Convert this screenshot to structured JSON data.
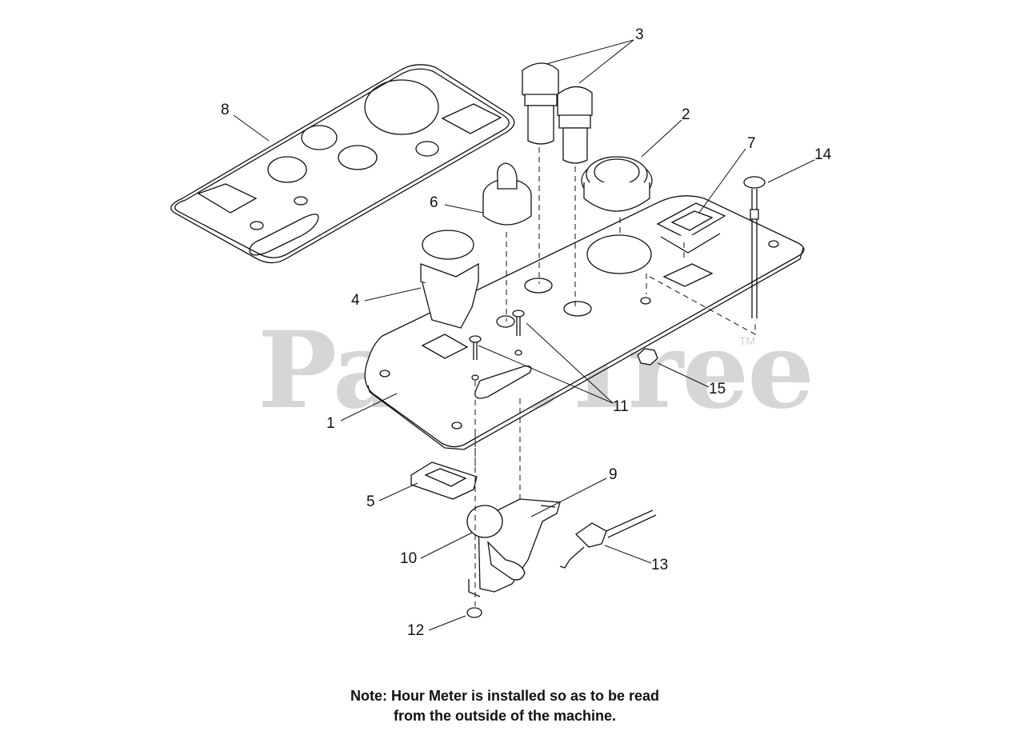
{
  "watermark": {
    "text": "PartsTree",
    "tm": "TM"
  },
  "callouts": [
    "1",
    "2",
    "3",
    "4",
    "5",
    "6",
    "7",
    "8",
    "9",
    "10",
    "11",
    "12",
    "13",
    "14",
    "15"
  ],
  "note": {
    "line1": "Note: Hour Meter is installed so as to be read",
    "line2": "from the outside of the machine."
  }
}
